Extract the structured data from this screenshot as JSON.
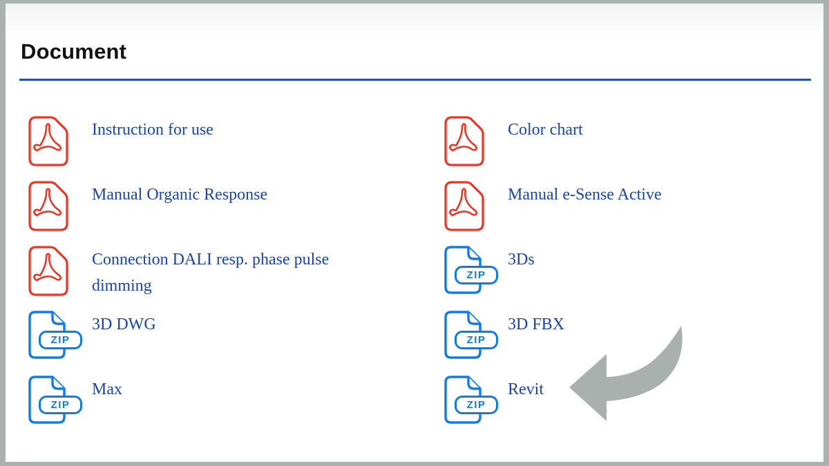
{
  "header": {
    "title": "Document"
  },
  "lists": {
    "left": [
      {
        "file_type": "pdf",
        "label": "Instruction for use"
      },
      {
        "file_type": "pdf",
        "label": "Manual Organic Response"
      },
      {
        "file_type": "pdf",
        "label": "Connection DALI resp. phase pulse dimming"
      },
      {
        "file_type": "zip",
        "label": "3D DWG"
      },
      {
        "file_type": "zip",
        "label": "Max"
      }
    ],
    "right": [
      {
        "file_type": "pdf",
        "label": "Color chart"
      },
      {
        "file_type": "pdf",
        "label": "Manual e-Sense Active"
      },
      {
        "file_type": "zip",
        "label": "3Ds"
      },
      {
        "file_type": "zip",
        "label": "3D FBX"
      },
      {
        "file_type": "zip",
        "label": "Revit"
      }
    ]
  },
  "icons": {
    "pdf_icon": "pdf-file-icon",
    "zip_icon": "zip-file-icon",
    "zip_badge_text": "ZIP",
    "arrow_icon": "curved-arrow-icon"
  },
  "colors": {
    "heading_text": "#121212",
    "accent_underline": "#2152b3",
    "link_text": "#1b44ae",
    "pdf_red": "#ee3524",
    "zip_blue": "#0e7bea",
    "arrow_gray": "#a9b0ad",
    "frame_gray": "#aab1ae"
  }
}
